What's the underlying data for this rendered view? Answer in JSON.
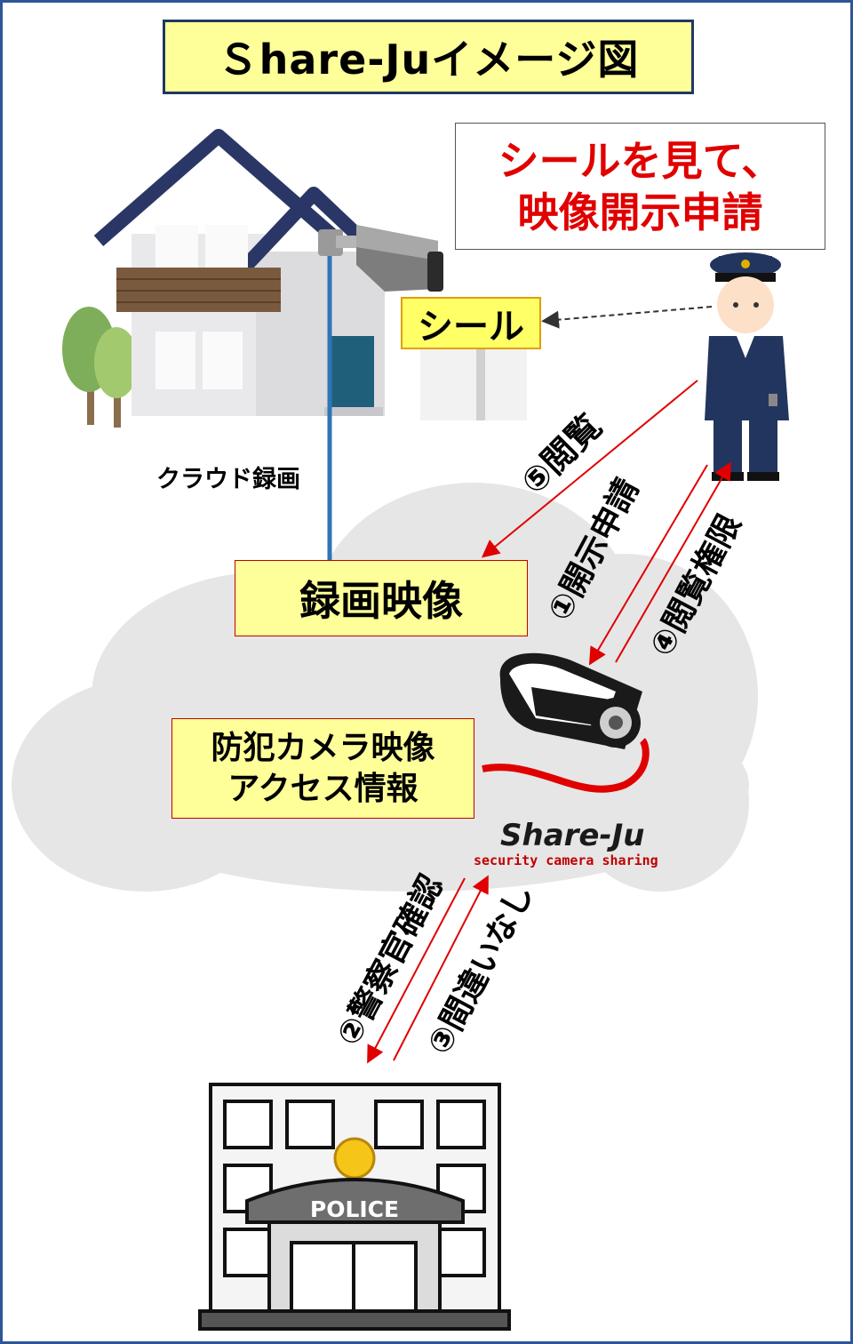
{
  "title": "Ｓhare-Juイメージ図",
  "callout": {
    "text": "シールを見て、\n映像開示申請"
  },
  "seal_sign": {
    "label": "シール"
  },
  "cloud_recording_label": "クラウド録画",
  "recorded_video_box": {
    "label": "録画映像"
  },
  "access_info_box": {
    "label": "防犯カメラ映像\nアクセス情報"
  },
  "steps": {
    "step1": "①開示申請",
    "step2": "②警察官確認",
    "step3": "③間違いなし",
    "step4": "④閲覧権限",
    "step5": "⑤閲覧"
  },
  "logo": {
    "name": "Share-Ju",
    "tagline": "security camera sharing"
  },
  "police_sign": "POLICE",
  "colors": {
    "frame": "#2f5597",
    "title_bg": "#ffff99",
    "callout_text": "#e00000",
    "arrow": "#e00000",
    "cloud": "#e6e6e6",
    "roof": "#2a3766",
    "record_line": "#2e75b6"
  }
}
